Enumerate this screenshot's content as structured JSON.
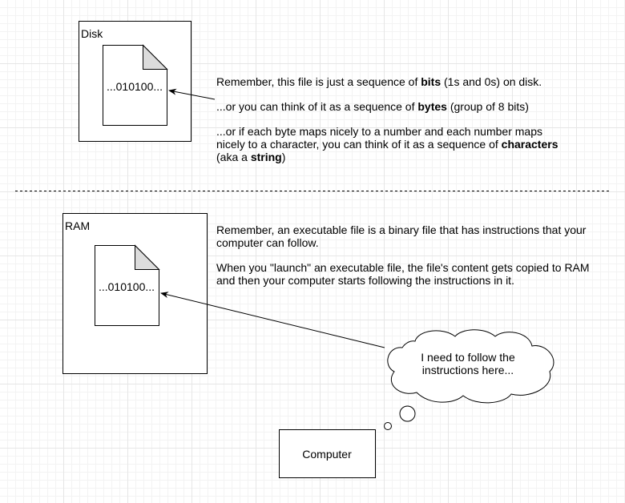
{
  "disk_section": {
    "container_label": "Disk",
    "file_contents": "...010100...",
    "note_lines": [
      {
        "pre": "Remember, this file is just a sequence of ",
        "bold": "bits",
        "post": " (1s and 0s) on disk."
      },
      {
        "pre": "...or you can think of it as a sequence of ",
        "bold": "bytes",
        "post": " (group of 8 bits)"
      },
      {
        "pre": "...or if each byte maps nicely to a number and each number maps nicely to a character, you can think of it as a sequence of ",
        "bold": "characters",
        "post": " (aka a ",
        "bold2": "string",
        "post2": ")"
      }
    ]
  },
  "ram_section": {
    "container_label": "RAM",
    "file_contents": "...010100...",
    "note_paragraphs": [
      "Remember, an executable file is a binary file that has instructions that your computer can follow.",
      "When you \"launch\" an executable file, the file's content gets copied to RAM and then your computer starts following the instructions in it."
    ]
  },
  "thought_bubble": {
    "text": "I need to follow the instructions here..."
  },
  "computer": {
    "label": "Computer"
  }
}
